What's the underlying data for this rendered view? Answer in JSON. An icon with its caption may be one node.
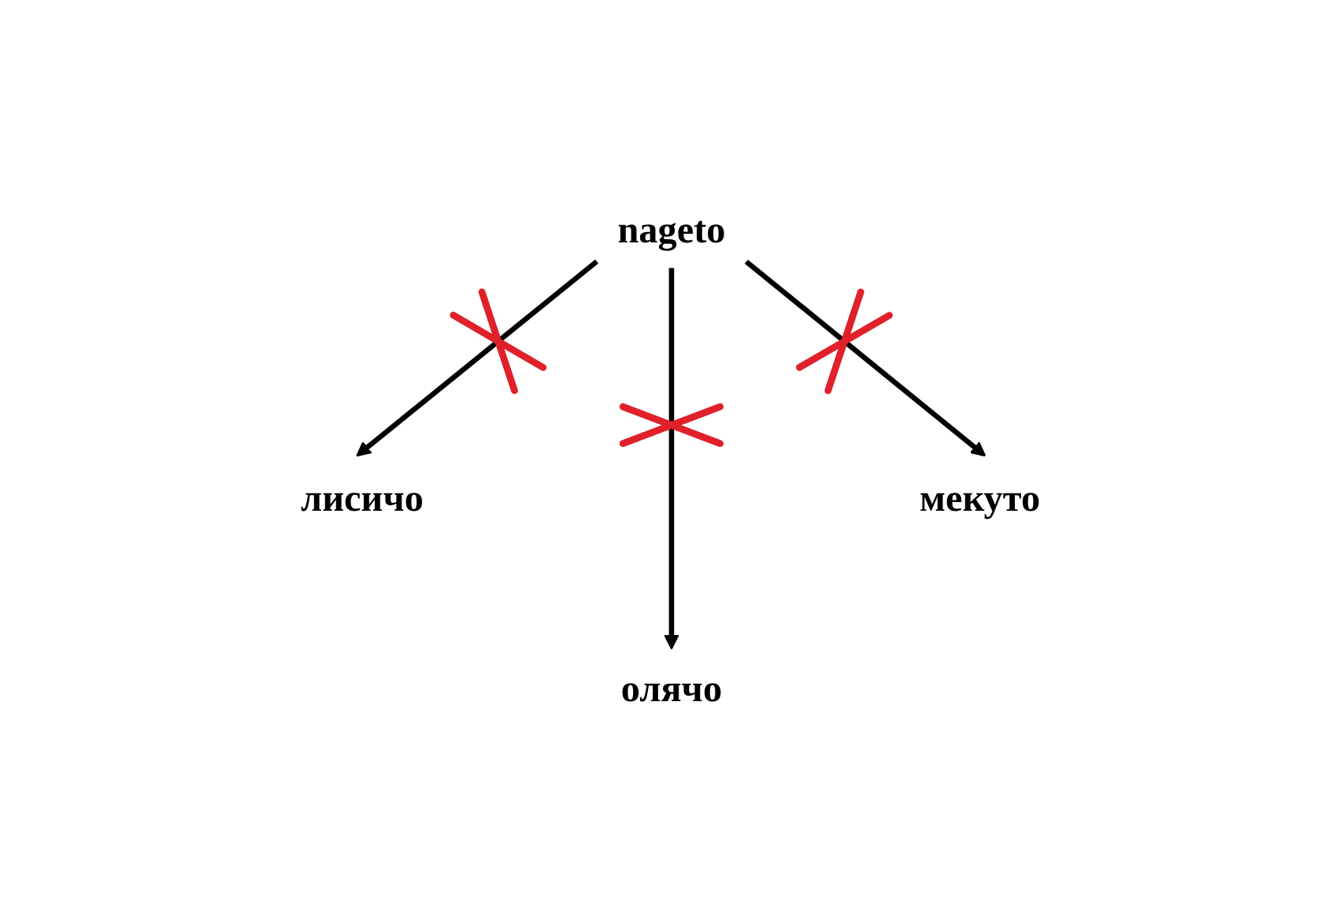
{
  "diagram": {
    "nodes": [
      {
        "text": [
          "nageto"
        ]
      },
      {
        "text": [
          "лисичо"
        ]
      },
      {
        "text": [
          "мекуто"
        ]
      },
      {
        "text": [
          "олячо"
        ]
      }
    ],
    "edges": [
      {
        "from": 0,
        "to": 1,
        "arrow": "to"
      },
      {
        "from": 0,
        "to": 3,
        "arrow": "to"
      },
      {
        "from": 0,
        "to": 2,
        "arrow": "to"
      }
    ]
  }
}
